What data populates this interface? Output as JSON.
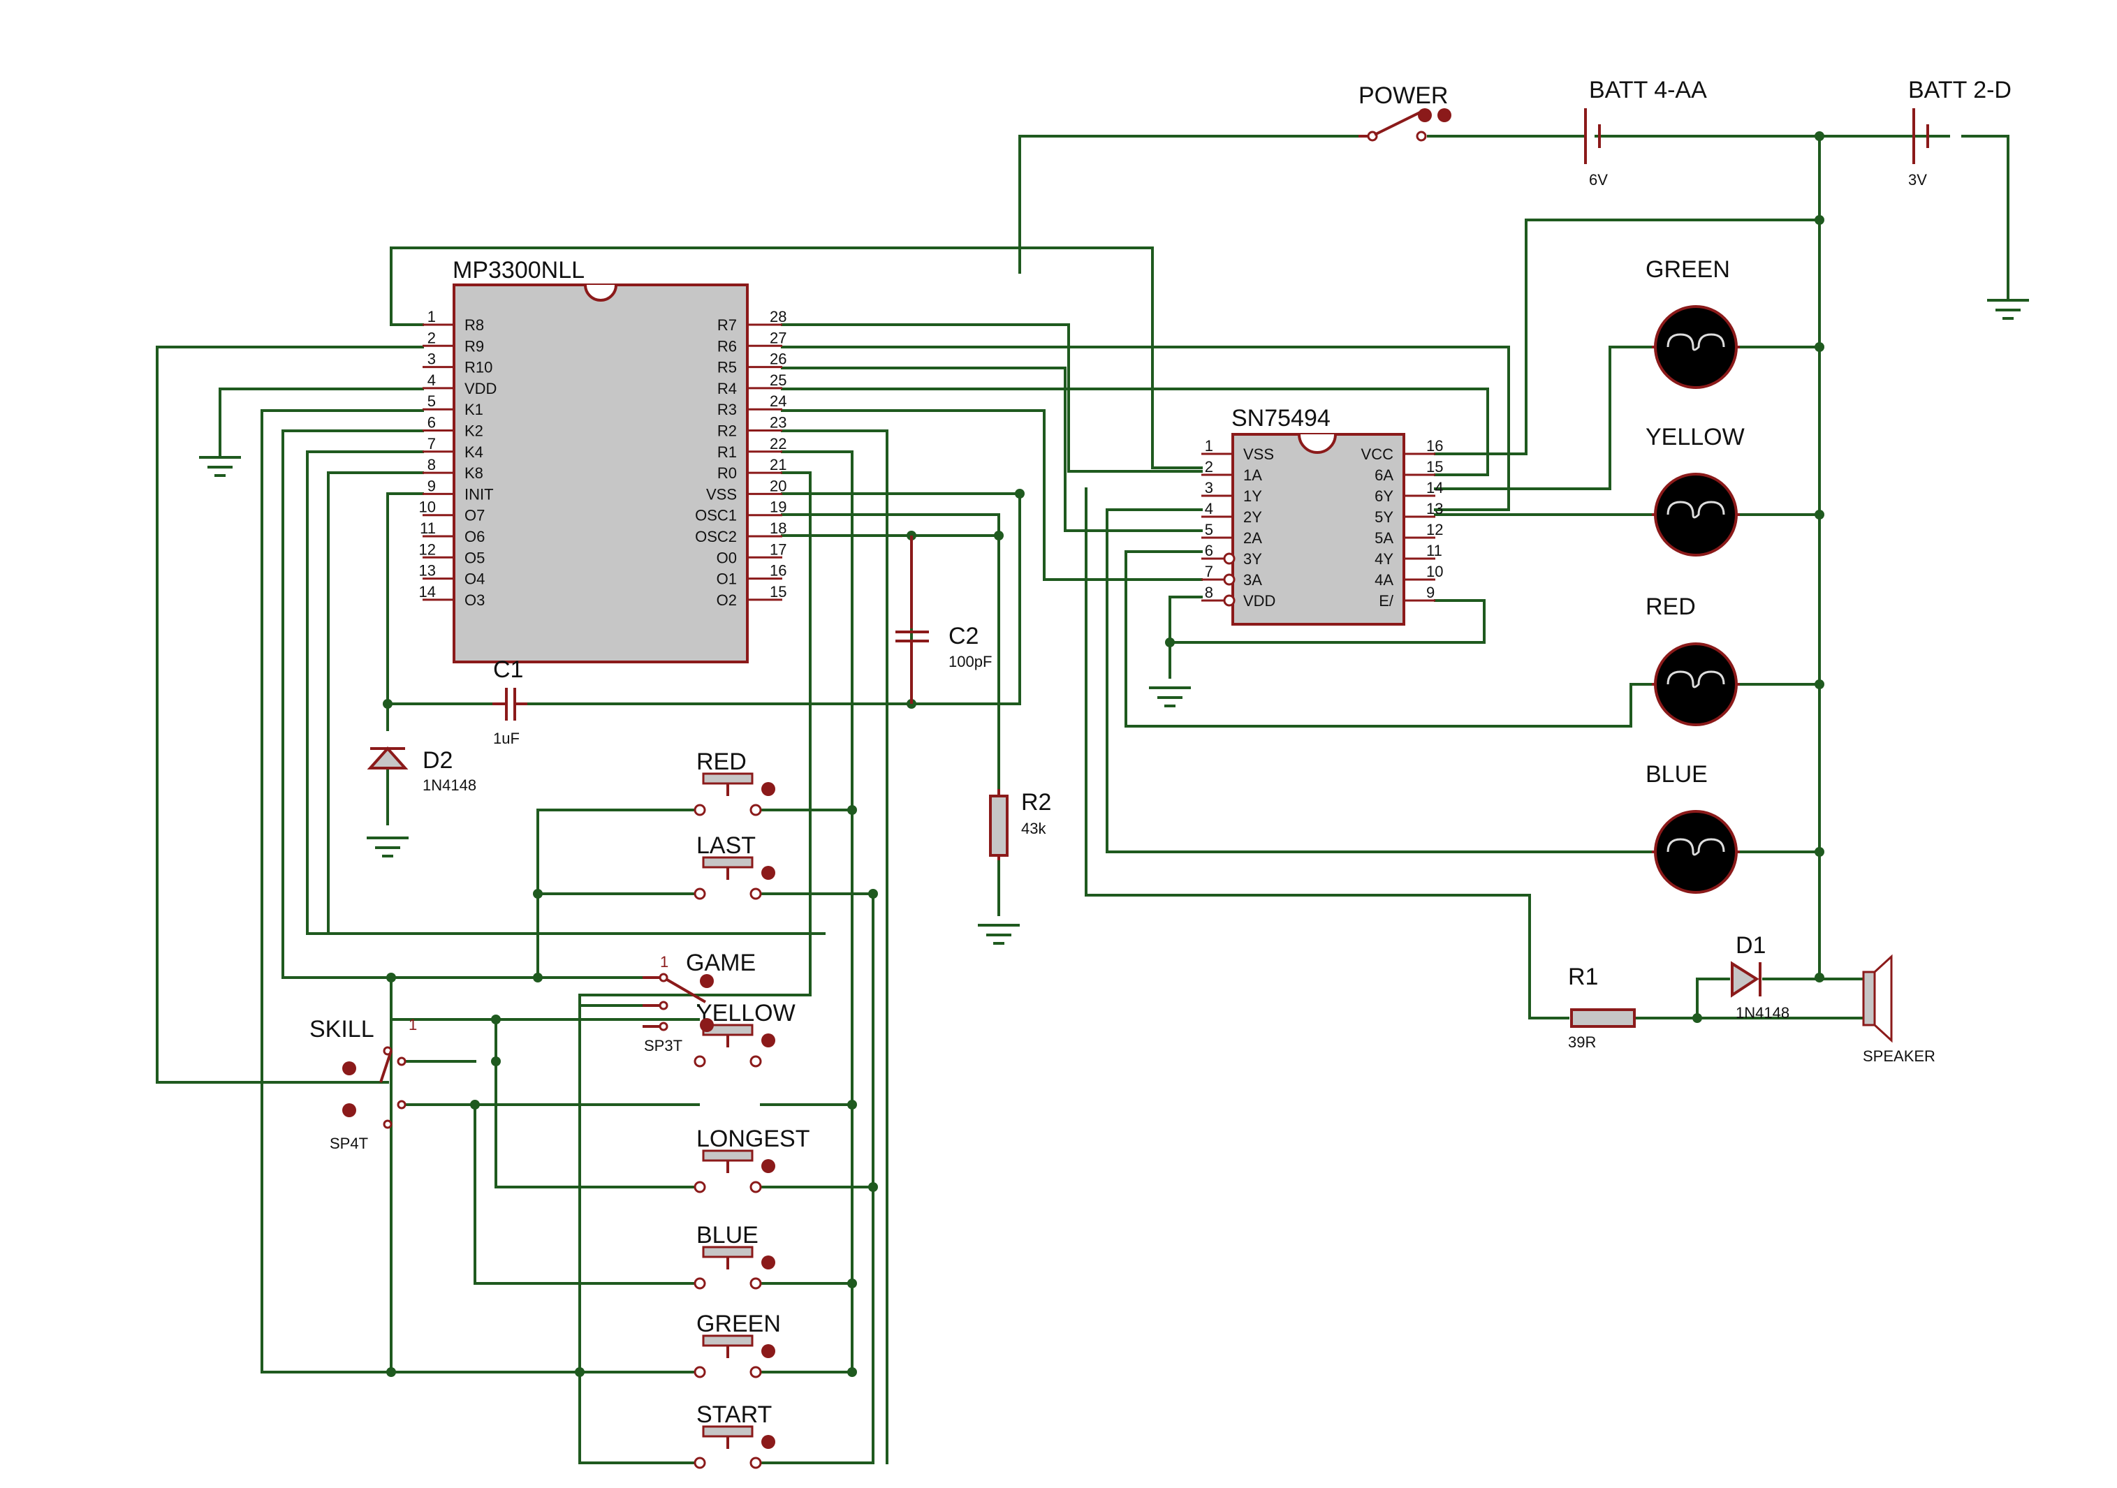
{
  "ic1": {
    "name": "MP3300NLL",
    "left_pins": [
      {
        "num": "1",
        "label": "R8"
      },
      {
        "num": "2",
        "label": "R9"
      },
      {
        "num": "3",
        "label": "R10"
      },
      {
        "num": "4",
        "label": "VDD"
      },
      {
        "num": "5",
        "label": "K1"
      },
      {
        "num": "6",
        "label": "K2"
      },
      {
        "num": "7",
        "label": "K4"
      },
      {
        "num": "8",
        "label": "K8"
      },
      {
        "num": "9",
        "label": "INIT"
      },
      {
        "num": "10",
        "label": "O7"
      },
      {
        "num": "11",
        "label": "O6"
      },
      {
        "num": "12",
        "label": "O5"
      },
      {
        "num": "13",
        "label": "O4"
      },
      {
        "num": "14",
        "label": "O3"
      }
    ],
    "right_pins": [
      {
        "num": "28",
        "label": "R7"
      },
      {
        "num": "27",
        "label": "R6"
      },
      {
        "num": "26",
        "label": "R5"
      },
      {
        "num": "25",
        "label": "R4"
      },
      {
        "num": "24",
        "label": "R3"
      },
      {
        "num": "23",
        "label": "R2"
      },
      {
        "num": "22",
        "label": "R1"
      },
      {
        "num": "21",
        "label": "R0"
      },
      {
        "num": "20",
        "label": "VSS"
      },
      {
        "num": "19",
        "label": "OSC1"
      },
      {
        "num": "18",
        "label": "OSC2"
      },
      {
        "num": "17",
        "label": "O0"
      },
      {
        "num": "16",
        "label": "O1"
      },
      {
        "num": "15",
        "label": "O2"
      }
    ]
  },
  "ic2": {
    "name": "SN75494",
    "left_pins": [
      {
        "num": "1",
        "label": "VSS"
      },
      {
        "num": "2",
        "label": "1A"
      },
      {
        "num": "3",
        "label": "1Y"
      },
      {
        "num": "4",
        "label": "2Y"
      },
      {
        "num": "5",
        "label": "2A"
      },
      {
        "num": "6",
        "label": "3Y"
      },
      {
        "num": "7",
        "label": "3A"
      },
      {
        "num": "8",
        "label": "VDD"
      }
    ],
    "right_pins": [
      {
        "num": "16",
        "label": "VCC"
      },
      {
        "num": "15",
        "label": "6A"
      },
      {
        "num": "14",
        "label": "6Y"
      },
      {
        "num": "13",
        "label": "5Y"
      },
      {
        "num": "12",
        "label": "5A"
      },
      {
        "num": "11",
        "label": "4Y"
      },
      {
        "num": "10",
        "label": "4A"
      },
      {
        "num": "9",
        "label": "E/"
      }
    ]
  },
  "components": {
    "power": "POWER",
    "batt1": {
      "name": "BATT 4-AA",
      "value": "6V"
    },
    "batt2": {
      "name": "BATT 2-D",
      "value": "3V"
    },
    "c1": {
      "name": "C1",
      "value": "1uF"
    },
    "c2": {
      "name": "C2",
      "value": "100pF"
    },
    "d2": {
      "name": "D2",
      "value": "1N4148"
    },
    "r2": {
      "name": "R2",
      "value": "43k"
    },
    "r1": {
      "name": "R1",
      "value": "39R"
    },
    "d1": {
      "name": "D1",
      "value": "1N4148"
    },
    "speaker": "SPEAKER",
    "game": {
      "name": "GAME",
      "type": "SP3T",
      "pos": "1"
    },
    "skill": {
      "name": "SKILL",
      "type": "SP4T",
      "pos": "1"
    }
  },
  "lamps": [
    "GREEN",
    "YELLOW",
    "RED",
    "BLUE"
  ],
  "buttons": [
    "RED",
    "LAST",
    "YELLOW",
    "LONGEST",
    "BLUE",
    "GREEN",
    "START"
  ]
}
